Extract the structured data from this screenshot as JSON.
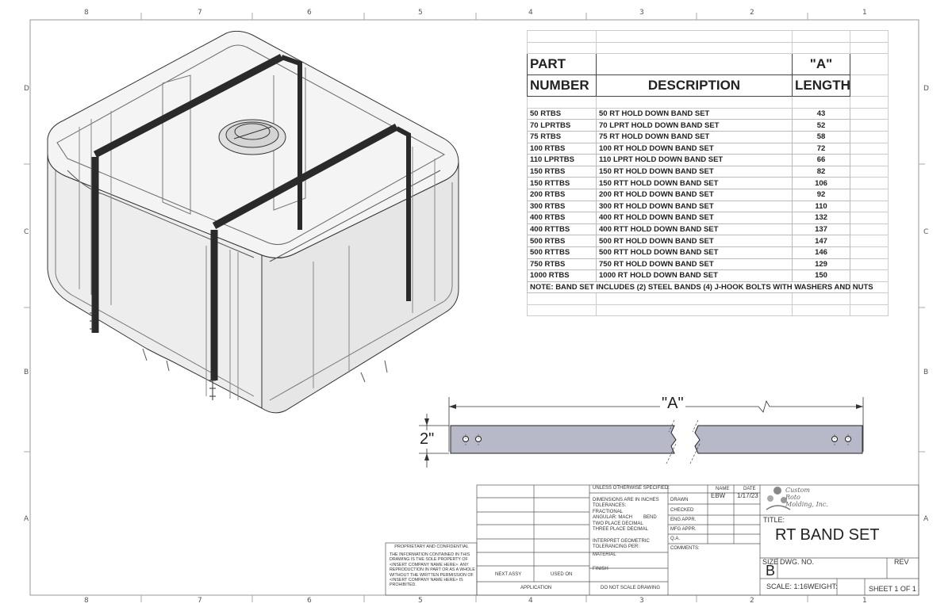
{
  "sheet": {
    "zones_top": [
      "8",
      "7",
      "6",
      "5",
      "4",
      "3",
      "2",
      "1"
    ],
    "zones_bottom": [
      "8",
      "7",
      "6",
      "5",
      "4",
      "3",
      "2",
      "1"
    ],
    "zones_side": [
      "D",
      "C",
      "B",
      "A"
    ]
  },
  "part_table": {
    "headers": {
      "part_top": "PART",
      "part_bottom": "NUMBER",
      "description": "DESCRIPTION",
      "a_top": "\"A\"",
      "a_bottom": "LENGTH"
    },
    "rows": [
      {
        "part": "50 RTBS",
        "desc": "50 RT HOLD DOWN BAND SET",
        "len": "43"
      },
      {
        "part": "70 LPRTBS",
        "desc": "70 LPRT HOLD DOWN BAND SET",
        "len": "52"
      },
      {
        "part": "75 RTBS",
        "desc": "75 RT HOLD DOWN BAND SET",
        "len": "58"
      },
      {
        "part": "100 RTBS",
        "desc": "100 RT HOLD DOWN BAND SET",
        "len": "72"
      },
      {
        "part": "110 LPRTBS",
        "desc": "110 LPRT HOLD DOWN BAND SET",
        "len": "66"
      },
      {
        "part": "150 RTBS",
        "desc": "150 RT HOLD DOWN BAND SET",
        "len": "82"
      },
      {
        "part": "150 RTTBS",
        "desc": "150 RTT HOLD DOWN BAND SET",
        "len": "106"
      },
      {
        "part": "200 RTBS",
        "desc": "200 RT HOLD DOWN BAND SET",
        "len": "92"
      },
      {
        "part": "300 RTBS",
        "desc": "300 RT HOLD DOWN BAND SET",
        "len": "110"
      },
      {
        "part": "400 RTBS",
        "desc": "400 RT HOLD DOWN BAND SET",
        "len": "132"
      },
      {
        "part": "400 RTTBS",
        "desc": "400 RTT HOLD DOWN BAND SET",
        "len": "137"
      },
      {
        "part": "500 RTBS",
        "desc": "500 RT HOLD DOWN BAND SET",
        "len": "147"
      },
      {
        "part": "500  RTTBS",
        "desc": "500 RTT HOLD DOWN BAND SET",
        "len": "146"
      },
      {
        "part": "750 RTBS",
        "desc": "750 RT HOLD DOWN BAND SET",
        "len": "129"
      },
      {
        "part": "1000 RTBS",
        "desc": "1000 RT HOLD DOWN BAND SET",
        "len": "150"
      }
    ],
    "note": "NOTE: BAND SET INCLUDES (2) STEEL BANDS (4) J-HOOK BOLTS WITH WASHERS AND NUTS"
  },
  "band": {
    "length_label": "\"A\"",
    "width_label": "2\""
  },
  "title_block": {
    "unless": "UNLESS OTHERWISE SPECIFIED:",
    "dims": "DIMENSIONS ARE IN INCHES",
    "tolerances": "TOLERANCES:",
    "fractional": "FRACTIONAL",
    "angular": "ANGULAR: MACH",
    "bend": "BEND",
    "two_place": "TWO PLACE DECIMAL",
    "three_place": "THREE PLACE DECIMAL",
    "interpret1": "INTERPRET GEOMETRIC",
    "interpret2": "TOLERANCING PER:",
    "material": "MATERIAL",
    "finish": "FINISH",
    "do_not_scale": "DO NOT SCALE DRAWING",
    "next_assy": "NEXT ASSY",
    "used_on": "USED ON",
    "application": "APPLICATION",
    "name_col": "NAME",
    "date_col": "DATE",
    "drawn": "DRAWN",
    "drawn_name": "EBW",
    "drawn_date": "1/17/23",
    "checked": "CHECKED",
    "eng_appr": "ENG APPR.",
    "mfg_appr": "MFG APPR.",
    "qa": "Q.A.",
    "comments": "COMMENTS:",
    "title_label": "TITLE:",
    "title": "RT BAND SET",
    "size_label": "SIZE",
    "size": "B",
    "dwg_no": "DWG.  NO.",
    "rev": "REV",
    "scale": "SCALE: 1:16",
    "weight": "WEIGHT:",
    "sheet": "SHEET 1 OF 1",
    "proprietary_title": "PROPRIETARY AND CONFIDENTIAL",
    "proprietary_text": "THE INFORMATION CONTAINED IN THIS DRAWING IS THE SOLE PROPERTY OF <INSERT COMPANY NAME HERE>. ANY REPRODUCTION IN PART OR AS A WHOLE WITHOUT THE WRITTEN PERMISSION OF <INSERT COMPANY NAME HERE> IS PROHIBITED.",
    "logo_l1": "Custom",
    "logo_l2": "Roto",
    "logo_l3": "Molding, Inc."
  }
}
